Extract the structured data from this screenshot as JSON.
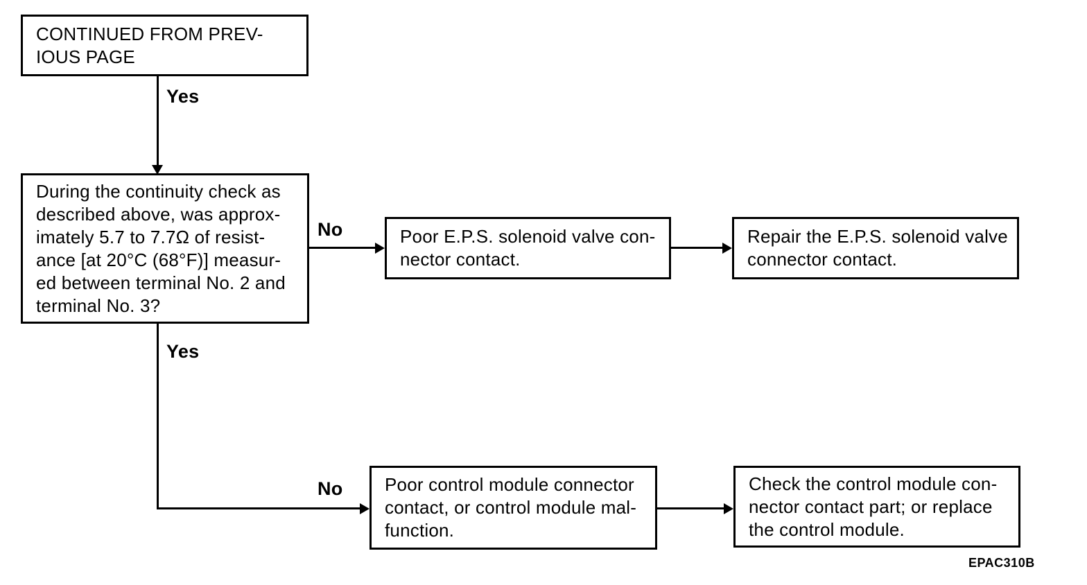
{
  "colors": {
    "ink": "#000000",
    "paper": "#ffffff"
  },
  "figure_code": "EPAC310B",
  "labels": {
    "yes_top": "Yes",
    "no_top": "No",
    "yes_bottom": "Yes",
    "no_bottom": "No"
  },
  "nodes": {
    "continued_from": {
      "lines": [
        "CONTINUED FROM PREV-",
        "IOUS PAGE"
      ]
    },
    "question": {
      "lines": [
        "During the continuity check as",
        "described above, was approx-",
        "imately 5.7 to 7.7Ω of resist-",
        "ance [at 20°C (68°F)] measur-",
        "ed between terminal No. 2 and",
        "terminal No. 3?"
      ]
    },
    "poor_eps_connector": {
      "lines": [
        "Poor E.P.S. solenoid valve con-",
        "nector contact."
      ]
    },
    "repair_eps_connector": {
      "lines": [
        "Repair the E.P.S. solenoid valve",
        "connector contact."
      ]
    },
    "poor_control_module": {
      "lines": [
        "Poor control module connector",
        "contact, or control module mal-",
        "function."
      ]
    },
    "check_control_module": {
      "lines": [
        "Check the control module con-",
        "nector contact part; or replace",
        "the control module."
      ]
    }
  }
}
